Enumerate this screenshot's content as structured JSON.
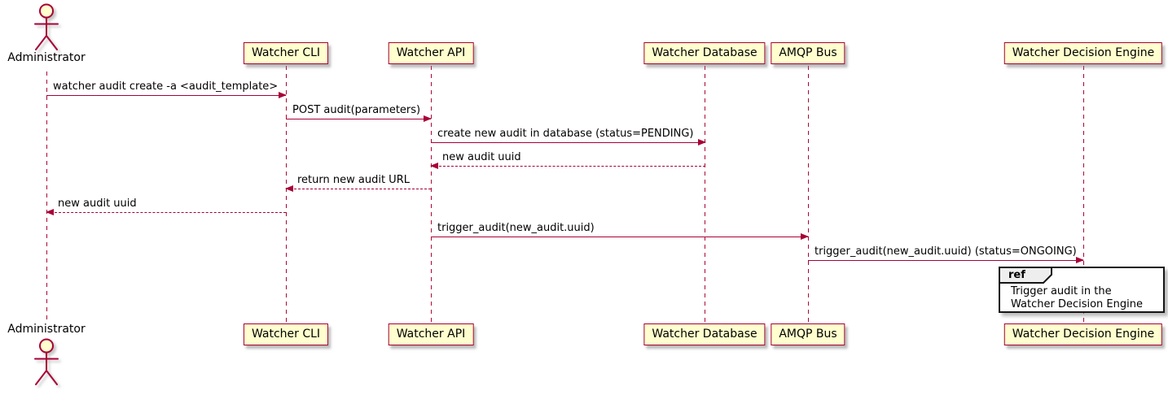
{
  "actor": {
    "name": "Administrator"
  },
  "participants": [
    {
      "label": "Watcher CLI"
    },
    {
      "label": "Watcher API"
    },
    {
      "label": "Watcher Database"
    },
    {
      "label": "AMQP Bus"
    },
    {
      "label": "Watcher Decision Engine"
    }
  ],
  "messages": [
    {
      "text": "watcher audit create -a <audit_template>",
      "from": "Administrator",
      "to": "Watcher CLI",
      "style": "solid"
    },
    {
      "text": "POST audit(parameters)",
      "from": "Watcher CLI",
      "to": "Watcher API",
      "style": "solid"
    },
    {
      "text": "create new audit in database (status=PENDING)",
      "from": "Watcher API",
      "to": "Watcher Database",
      "style": "solid"
    },
    {
      "text": "new audit uuid",
      "from": "Watcher Database",
      "to": "Watcher API",
      "style": "dashed"
    },
    {
      "text": "return new audit URL",
      "from": "Watcher API",
      "to": "Watcher CLI",
      "style": "dashed"
    },
    {
      "text": "new audit uuid",
      "from": "Watcher CLI",
      "to": "Administrator",
      "style": "dashed"
    },
    {
      "text": "trigger_audit(new_audit.uuid)",
      "from": "Watcher API",
      "to": "AMQP Bus",
      "style": "solid"
    },
    {
      "text": "trigger_audit(new_audit.uuid) (status=ONGOING)",
      "from": "AMQP Bus",
      "to": "Watcher Decision Engine",
      "style": "solid"
    }
  ],
  "ref": {
    "keyword": "ref",
    "line1": "Trigger audit in the",
    "line2": "Watcher Decision Engine"
  },
  "colors": {
    "accent": "#A80036",
    "fill": "#FEFECE",
    "ink": "#000000",
    "ref_border": "#151515",
    "ref_fill": "#EEEEEE"
  }
}
